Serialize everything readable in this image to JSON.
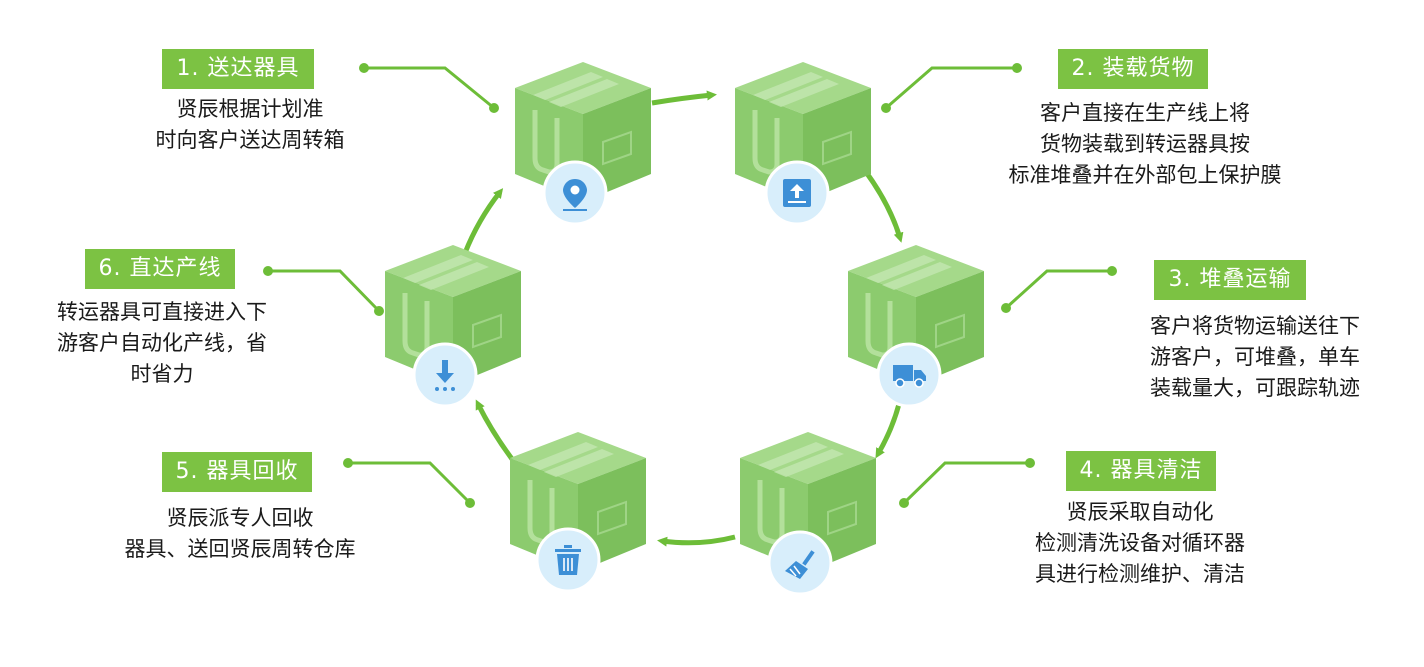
{
  "colors": {
    "accent": "#7cc243",
    "arrow": "#6dbd38",
    "box_top": "#a5d98a",
    "box_left": "#8ccb6e",
    "box_right": "#7cbf5c",
    "icon_bg": "#d8eefb",
    "icon": "#3d8fd6"
  },
  "steps": [
    {
      "label": "1. 送达器具",
      "desc": "贤辰根据计划准\n时向客户送达周转箱",
      "icon": "location-pin-icon"
    },
    {
      "label": "2. 装载货物",
      "desc": "客户直接在生产线上将\n货物装载到转运器具按\n标准堆叠并在外部包上保护膜",
      "icon": "upload-box-icon"
    },
    {
      "label": "3. 堆叠运输",
      "desc": "客户将货物运输送往下\n游客户，可堆叠，单车\n装载量大，可跟踪轨迹",
      "icon": "truck-icon"
    },
    {
      "label": "4. 器具清洁",
      "desc": "贤辰采取自动化\n检测清洗设备对循环器\n具进行检测维护、清洁",
      "icon": "broom-icon"
    },
    {
      "label": "5. 器具回收",
      "desc": "贤辰派专人回收\n器具、送回贤辰周转仓库",
      "icon": "trash-icon"
    },
    {
      "label": "6. 直达产线",
      "desc": "转运器具可直接进入下\n游客户自动化产线，省\n时省力",
      "icon": "download-icon"
    }
  ]
}
